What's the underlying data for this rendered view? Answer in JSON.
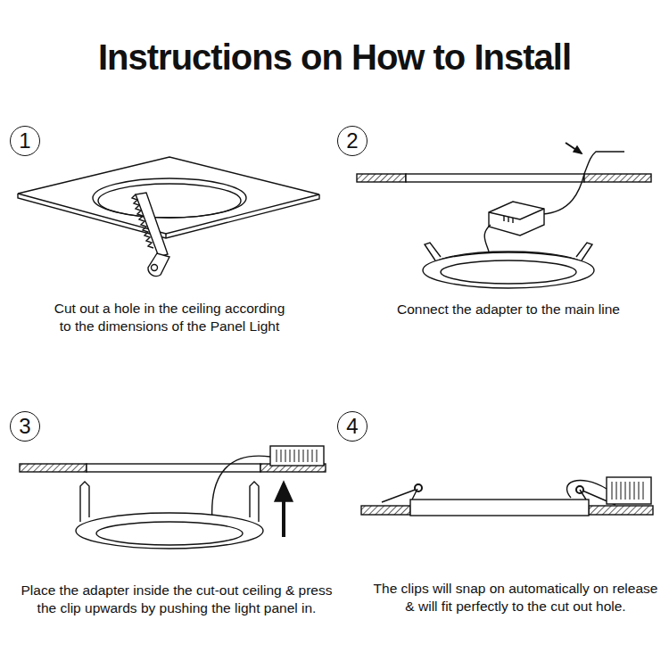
{
  "diagram": {
    "title": "Instructions on How to Install",
    "nodes": [
      {
        "text": [
          "1"
        ]
      },
      {
        "text": [
          "2"
        ]
      },
      {
        "text": [
          "3"
        ]
      },
      {
        "text": [
          "4"
        ]
      }
    ],
    "labels": [
      "Cut out a hole in the ceiling according to the dimensions of the Panel Light",
      "Connect the adapter to the main line",
      "Place the adapter inside the cut-out ceiling & press the clip upwards by pushing the light panel in.",
      "The clips will snap on automatically on release & will fit perfectly to the cut out hole."
    ]
  }
}
